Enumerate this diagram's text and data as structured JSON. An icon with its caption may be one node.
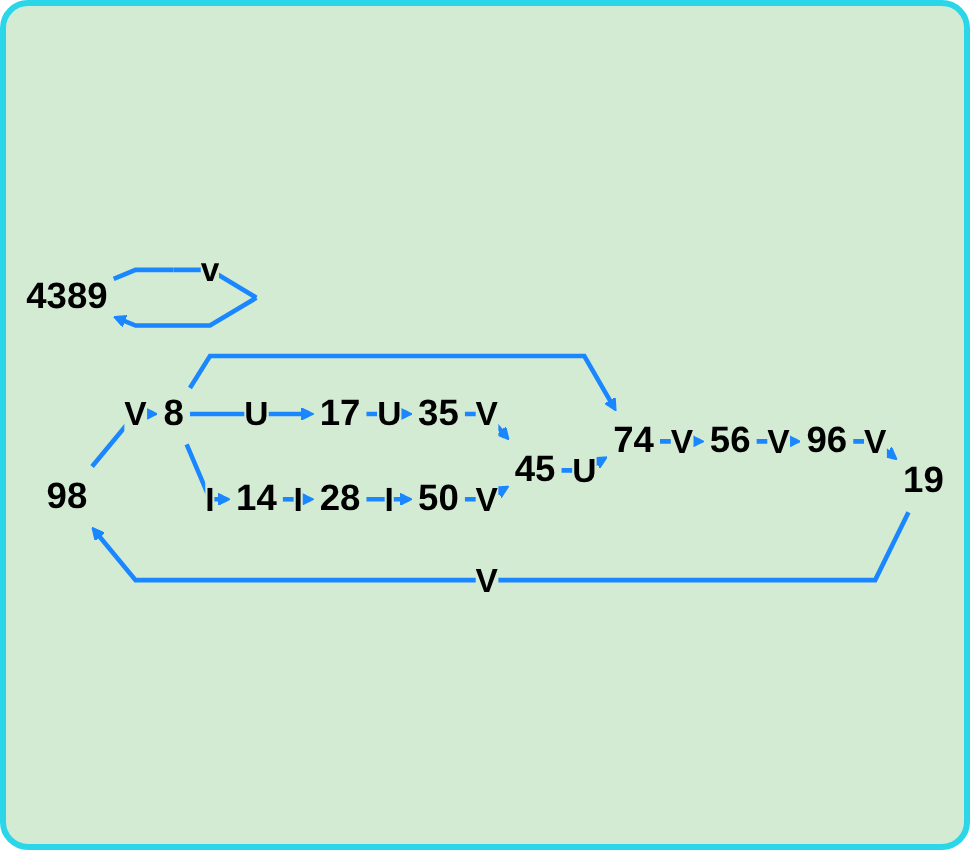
{
  "diagram": {
    "nodes": [
      {
        "text": [
          "98"
        ]
      },
      {
        "text": [
          "19"
        ]
      },
      {
        "text": [
          "96"
        ]
      },
      {
        "text": [
          "56"
        ]
      },
      {
        "text": [
          "4389"
        ]
      },
      {
        "text": [
          "8"
        ]
      },
      {
        "text": [
          "74"
        ]
      },
      {
        "text": [
          "17"
        ]
      },
      {
        "text": [
          "35"
        ]
      },
      {
        "text": [
          "45"
        ]
      },
      {
        "text": [
          "14"
        ]
      },
      {
        "text": [
          "28"
        ]
      },
      {
        "text": [
          "50"
        ]
      }
    ],
    "edges": [
      {
        "from": 3,
        "to": 2,
        "arrow": "to",
        "label": "V"
      },
      {
        "from": 2,
        "to": 1,
        "arrow": "to",
        "label": "V"
      },
      {
        "from": 1,
        "to": 0,
        "arrow": "to",
        "label": "V"
      },
      {
        "from": 0,
        "to": 5,
        "arrow": "to",
        "label": "V"
      },
      {
        "from": 4,
        "to": 4,
        "arrow": "to",
        "label": "v"
      },
      {
        "from": 5,
        "to": 6,
        "arrow": "to"
      },
      {
        "from": 5,
        "to": 7,
        "arrow": "to",
        "label": "U"
      },
      {
        "from": 5,
        "to": 10,
        "arrow": "to",
        "label": "I"
      },
      {
        "from": 7,
        "to": 8,
        "arrow": "to",
        "label": "U"
      },
      {
        "from": 8,
        "to": 9,
        "arrow": "to",
        "label": "V"
      },
      {
        "from": 9,
        "to": 6,
        "arrow": "to",
        "label": "U"
      },
      {
        "from": 6,
        "to": 3,
        "arrow": "to",
        "label": "V"
      },
      {
        "from": 10,
        "to": 11,
        "arrow": "to",
        "label": "I"
      },
      {
        "from": 11,
        "to": 12,
        "arrow": "to",
        "label": "I"
      },
      {
        "from": 12,
        "to": 9,
        "arrow": "to",
        "label": "V"
      }
    ]
  }
}
